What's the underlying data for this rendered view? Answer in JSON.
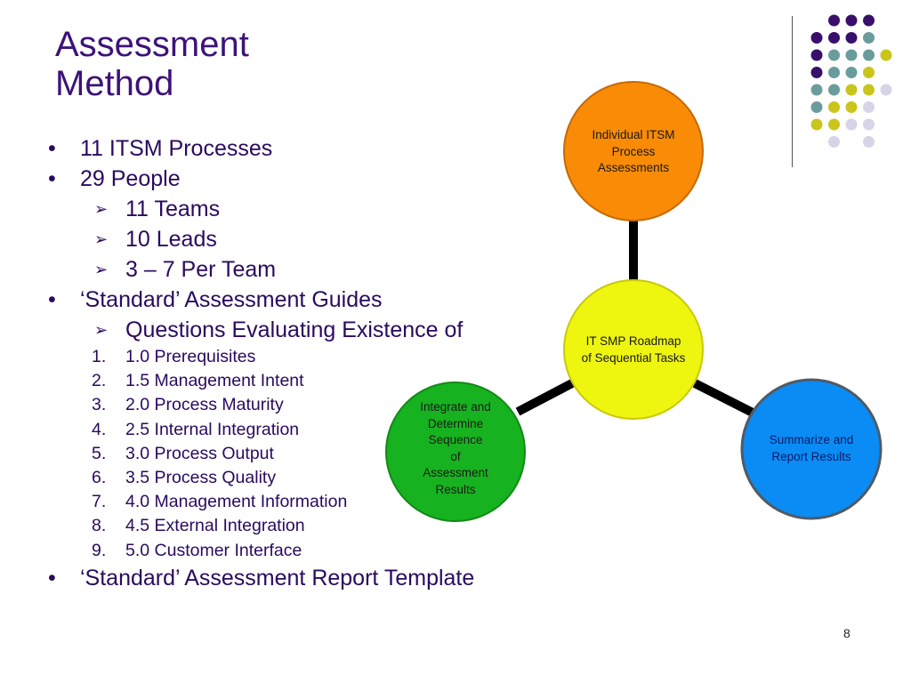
{
  "slide": {
    "title_line1": "Assessment",
    "title_line2": "Method",
    "page_number": "8"
  },
  "bullets": [
    {
      "level": 1,
      "marker": "•",
      "text": "11 ITSM Processes"
    },
    {
      "level": 1,
      "marker": "•",
      "text": "29 People"
    },
    {
      "level": 2,
      "marker": "➢",
      "text": "11 Teams"
    },
    {
      "level": 2,
      "marker": "➢",
      "text": "10 Leads"
    },
    {
      "level": 2,
      "marker": "➢",
      "text": "3 – 7 Per Team"
    },
    {
      "level": 1,
      "marker": "•",
      "text": "‘Standard’ Assessment Guides"
    },
    {
      "level": 2,
      "marker": "➢",
      "text": "Questions Evaluating Existence of"
    },
    {
      "level": "num",
      "marker": "1.",
      "text": "1.0 Prerequisites"
    },
    {
      "level": "num",
      "marker": "2.",
      "text": "1.5 Management Intent"
    },
    {
      "level": "num",
      "marker": "3.",
      "text": "2.0 Process Maturity"
    },
    {
      "level": "num",
      "marker": "4.",
      "text": "2.5 Internal Integration"
    },
    {
      "level": "num",
      "marker": "5.",
      "text": "3.0 Process Output"
    },
    {
      "level": "num",
      "marker": "6.",
      "text": "3.5 Process Quality"
    },
    {
      "level": "num",
      "marker": "7.",
      "text": "4.0 Management Information"
    },
    {
      "level": "num",
      "marker": "8.",
      "text": "4.5 External Integration"
    },
    {
      "level": "num",
      "marker": "9.",
      "text": "5.0 Customer Interface"
    },
    {
      "level": 1,
      "marker": "•",
      "text": "‘Standard’ Assessment Report Template"
    }
  ],
  "diagram": {
    "center": {
      "lines": [
        "IT SMP Roadmap",
        "of Sequential Tasks"
      ],
      "fill": "#eef50f",
      "stroke": "#c9c90a"
    },
    "top": {
      "lines": [
        "Individual ITSM",
        "Process",
        "Assessments"
      ],
      "fill": "#f98b06",
      "stroke": "#c46a05"
    },
    "bottom_left": {
      "lines": [
        "Integrate and",
        "Determine",
        "Sequence",
        "of",
        "Assessment",
        "Results"
      ],
      "fill": "#17b21f",
      "stroke": "#118a17"
    },
    "bottom_right": {
      "lines": [
        "Summarize and",
        "Report Results"
      ],
      "fill": "#0a8cf4",
      "stroke": "#505a64"
    },
    "connector_color": "#000000"
  },
  "colors": {
    "title": "#3d1278",
    "dots": [
      "#3a0f6b",
      "#6a9c9c",
      "#c9c51b",
      "#d6d4e6"
    ]
  }
}
